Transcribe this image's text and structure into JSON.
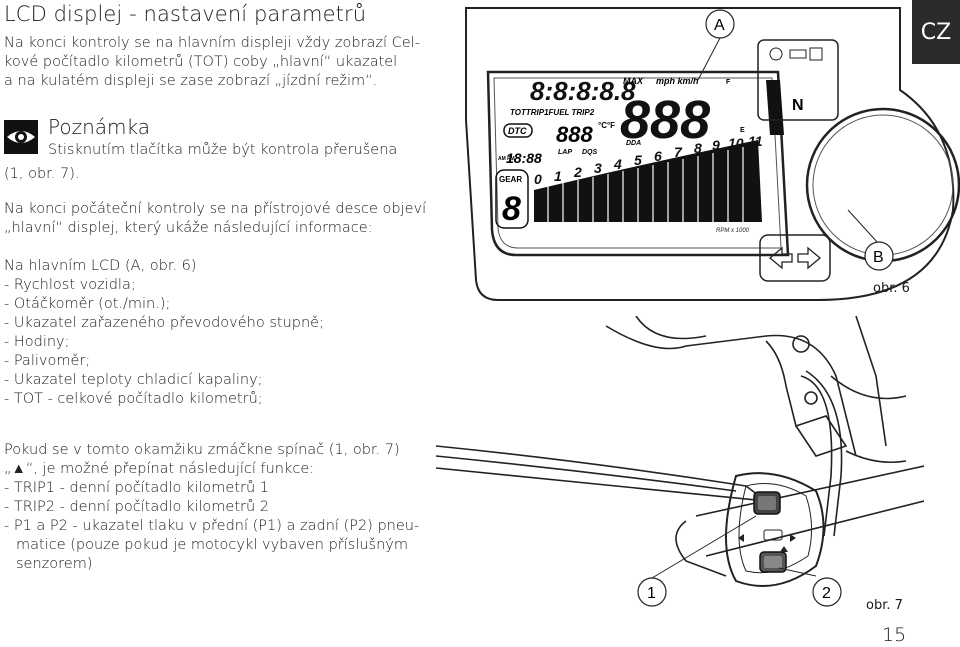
{
  "page": {
    "title": "LCD displej - nastavení parametrů",
    "intro_lines": [
      "Na konci kontroly se na hlavním displeji vždy zobrazí Cel-",
      "kové počítadlo kilometrů (TOT) coby „hlavní“ ukazatel",
      "a na kulatém displeji se zase zobrazí „jízdní režim“."
    ],
    "note": {
      "icon": "eye-icon",
      "title": "Poznámka",
      "line1": "Stisknutím tlačítka může být kontrola přerušena",
      "line2": "(1, obr. 7)."
    },
    "para2_lines": [
      "Na konci počáteční kontroly se na přístrojové desce objeví",
      "„hlavní“ displej, který ukáže následující informace:"
    ],
    "list1_header": "Na hlavním LCD (A, obr. 6)",
    "list1": [
      "- Rychlost vozidla;",
      "- Otáčkoměr (ot./min.);",
      "- Ukazatel zařazeného převodového stupně;",
      "- Hodiny;",
      "- Palivoměr;",
      "- Ukazatel teploty chladicí kapaliny;",
      "- TOT - celkové počítadlo kilometrů;"
    ],
    "para3_lines": [
      "Pokud se v tomto okamžiku zmáčkne spínač (1, obr. 7)",
      "„▲“, je možné přepínat následující funkce:",
      "- TRIP1 - denní počítadlo kilometrů 1",
      "- TRIP2 - denní počítadlo kilometrů 2",
      "- P1 a P2 - ukazatel tlaku v přední (P1) a zadní (P2) pneu-",
      "matice (pouze pokud je motocykl vybaven příslušným",
      "senzorem)"
    ],
    "language_badge": "CZ",
    "page_number": "15"
  },
  "figure6": {
    "caption": "obr. 6",
    "callout_a": "A",
    "callout_b": "B",
    "lcd": {
      "odometer": "8:8:8:8.8",
      "trip_labels": "TOTTRIP1FUEL TRIP2",
      "dtc": "DTC",
      "small_digits": "888",
      "temp_unit": "°C°F",
      "clock": "18:88",
      "am_pm": "AM PM",
      "gear_label": "GEAR",
      "gear_digit": "8",
      "max": "MAX",
      "units": "mph km/h",
      "speed": "888",
      "lap": "LAP",
      "dqs": "DQS",
      "dda": "DDA",
      "fuel_f": "F",
      "fuel_e": "E",
      "rpm_scale": [
        "0",
        "1",
        "2",
        "3",
        "4",
        "5",
        "6",
        "7",
        "8",
        "9",
        "10",
        "11"
      ],
      "rpm_label": "RPM x 1000",
      "neutral": "N"
    }
  },
  "figure7": {
    "caption": "obr. 7",
    "callout_1": "1",
    "callout_2": "2"
  }
}
